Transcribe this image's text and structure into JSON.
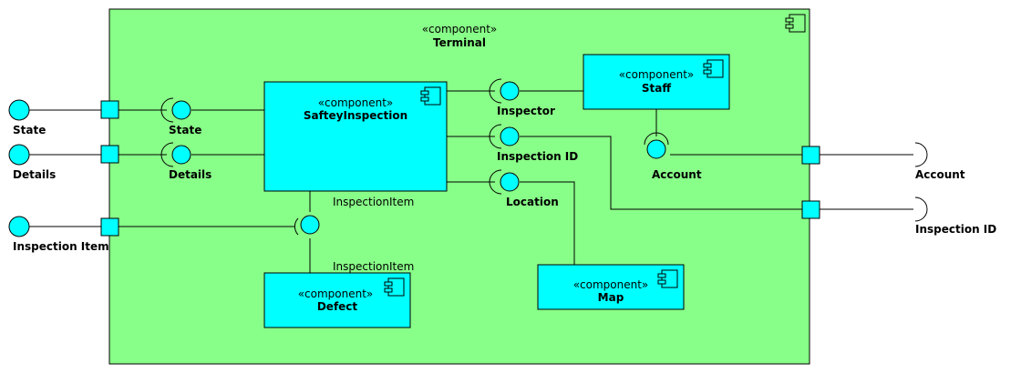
{
  "colors": {
    "container_fill": "#88ff88",
    "component_fill": "#00ffff",
    "interface_fill": "#00ffff",
    "line": "#000000"
  },
  "stereotype": "«component»",
  "icons": {
    "component": "uml-component-icon"
  },
  "components": {
    "terminal": "Terminal",
    "safety_inspection": "SafteyInspection",
    "staff": "Staff",
    "defect": "Defect",
    "map": "Map"
  },
  "external_interfaces": {
    "state": "State",
    "details": "Details",
    "inspection_item": "Inspection Item",
    "account": "Account",
    "inspection_id": "Inspection ID"
  },
  "internal_interfaces": {
    "state": "State",
    "details": "Details",
    "inspector": "Inspector",
    "inspection_id": "Inspection ID",
    "location": "Location",
    "account": "Account"
  },
  "relation_labels": {
    "inspection_item_top": "InspectionItem",
    "inspection_item_bottom": "InspectionItem"
  }
}
